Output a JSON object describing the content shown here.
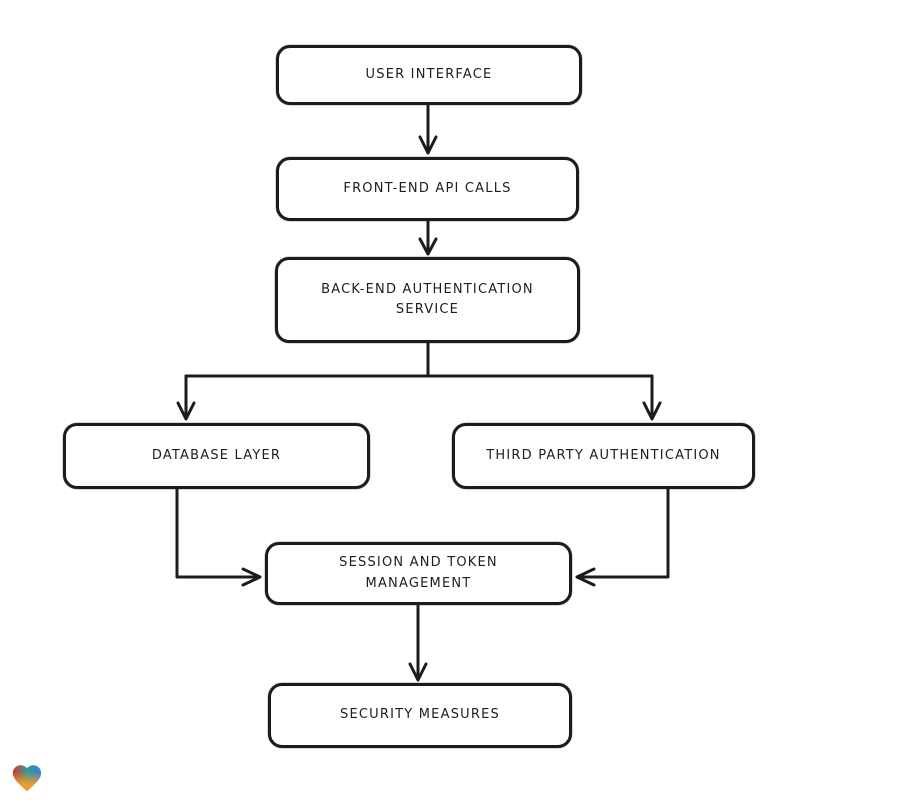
{
  "diagram": {
    "title": "authentication-flow-diagram",
    "stroke_color": "#1c1c1c",
    "background": "#ffffff",
    "nodes": [
      {
        "id": "user-interface",
        "label": "USER INTERFACE"
      },
      {
        "id": "front-end-api-calls",
        "label": "FRONT-END API CALLS"
      },
      {
        "id": "back-end-authentication-service",
        "label": "BACK-END AUTHENTICATION SERVICE"
      },
      {
        "id": "database-layer",
        "label": "DATABASE LAYER"
      },
      {
        "id": "third-party-authentication",
        "label": "THIRD PARTY AUTHENTICATION"
      },
      {
        "id": "session-and-token-management",
        "label": "SESSION AND TOKEN MANAGEMENT"
      },
      {
        "id": "security-measures",
        "label": "SECURITY MEASURES"
      }
    ],
    "edges": [
      {
        "from": "user-interface",
        "to": "front-end-api-calls"
      },
      {
        "from": "front-end-api-calls",
        "to": "back-end-authentication-service"
      },
      {
        "from": "back-end-authentication-service",
        "to": "database-layer"
      },
      {
        "from": "back-end-authentication-service",
        "to": "third-party-authentication"
      },
      {
        "from": "database-layer",
        "to": "session-and-token-management"
      },
      {
        "from": "third-party-authentication",
        "to": "session-and-token-management"
      },
      {
        "from": "session-and-token-management",
        "to": "security-measures"
      }
    ]
  },
  "footer": {
    "logo_icon": "heart-icon",
    "logo_colors": {
      "red": "#e23028",
      "teal": "#2f9e8f",
      "blue": "#3b7ee8",
      "orange": "#f59b2d"
    }
  }
}
